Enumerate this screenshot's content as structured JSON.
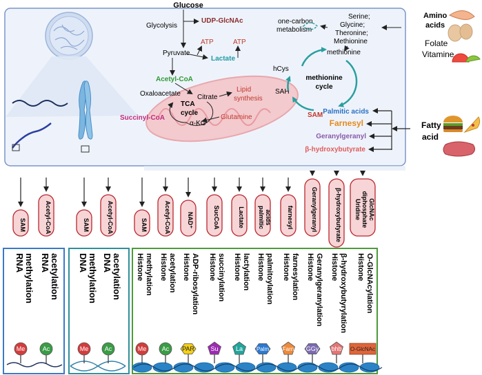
{
  "top": {
    "glucose": "Glucose",
    "glycolysis": "Glycolysis",
    "udp": "UDP-GlcNAc",
    "atp1": "ATP",
    "atp2": "ATP",
    "pyruvate": "Pyruvate",
    "lactate": "Lactate",
    "acetyl_coa": "Acetyl-CoA",
    "oxaloacetate": "Oxaloacetate",
    "citrate": "Citrate",
    "tca1": "TCA",
    "tca2": "cycle",
    "lipid1": "Lipid",
    "lipid2": "synthesis",
    "succinyl": "Succinyl-CoA",
    "akg": "α-KG",
    "glutamine": "Glutamine",
    "one_carbon1": "one-carbon",
    "one_carbon2": "metabolism",
    "serine1": "Serine;",
    "serine2": "Glycine;",
    "serine3": "Theronine;",
    "serine4": "Methionine",
    "hcys": "hCys",
    "methionine": "methionine",
    "met_cycle1": "methionine",
    "met_cycle2": "cycle",
    "sah": "SAH",
    "sam": "SAM",
    "palmitic": "Palmitic acids",
    "farnesyl": "Farnesyl",
    "geranyl": "Geranylgeranyl",
    "bhb": "β-hydroxybutyrate",
    "amino1": "Amino",
    "amino2": "acids",
    "folate": "Folate",
    "vitamine": "Vitamine",
    "fatty1": "Fatty",
    "fatty2": "acid"
  },
  "metabolites": [
    "SAM",
    "Acetyl-CoA",
    "SAM",
    "Acetyl-CoA",
    "SAM",
    "Acetyl-CoA",
    "NAD⁺",
    "SucCoA",
    "Lactate",
    "palmitic acids",
    "farnesyl",
    "Geranylgeranyl",
    "β-hydroxybutyrate",
    "Uridine diphosphate GlcNAc"
  ],
  "modifications": [
    "RNA methylation",
    "RNA acetylation",
    "DNA methylation",
    "DNA acetylation",
    "Histone methylation",
    "Histone acetylation",
    "Histone ADP-ribosylation",
    "Histone succinylation",
    "Histone lactylation",
    "Histone palmitoylation",
    "Histone farnesylation",
    "Histone Geranylgeranylation",
    "Histone β-hydroxybutyrylation",
    "Histone O-GlcNAcylation"
  ],
  "marks": [
    "Me",
    "Ac",
    "Me",
    "Ac",
    "Me",
    "Ac",
    "PAR",
    "Su",
    "La",
    "Palm",
    "Farn",
    "GGy",
    "bhb",
    "O-GlcNAc"
  ],
  "colors": {
    "panel_border": "#7a95c8",
    "panel_fill": "#eef3fb",
    "rna_border": "#3a79c5",
    "dna_border": "#2f8f9a",
    "histone_border": "#4c9a3a",
    "pill_fill": "#f7d4d6",
    "pill_border": "#b8262d",
    "me": "#d43c3c",
    "ac": "#3a9c45"
  }
}
